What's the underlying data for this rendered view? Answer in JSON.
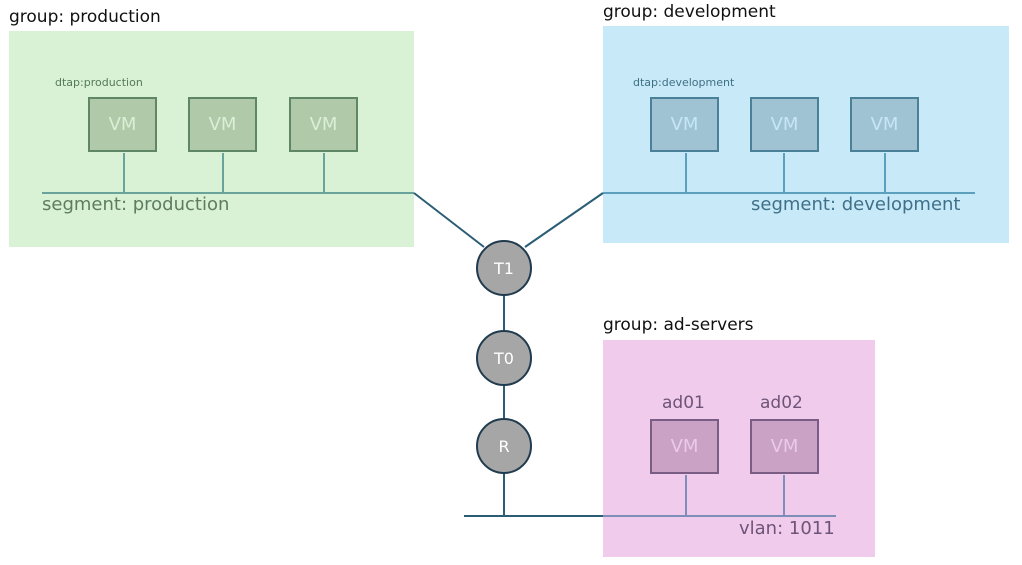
{
  "groups": {
    "production": {
      "title": "group: production",
      "tag": "dtap:production",
      "segment_label": "segment: production",
      "vms": [
        "VM",
        "VM",
        "VM"
      ],
      "color": "#d9f1d5"
    },
    "development": {
      "title": "group: development",
      "tag": "dtap:development",
      "segment_label": "segment: development",
      "vms": [
        "VM",
        "VM",
        "VM"
      ],
      "color": "#c8eaf8"
    },
    "ad_servers": {
      "title": "group: ad-servers",
      "segment_label": "vlan: 1011",
      "vms": [
        {
          "name": "ad01",
          "label": "VM"
        },
        {
          "name": "ad02",
          "label": "VM"
        }
      ],
      "color": "#f0cbec"
    }
  },
  "routers": [
    {
      "id": "t1",
      "label": "T1"
    },
    {
      "id": "t0",
      "label": "T0"
    },
    {
      "id": "r",
      "label": "R"
    }
  ],
  "line_colors": {
    "production": "#6aa39c",
    "development": "#5ca0bd",
    "ad_servers": "#7d8fb8",
    "core": "#2b5d75"
  }
}
